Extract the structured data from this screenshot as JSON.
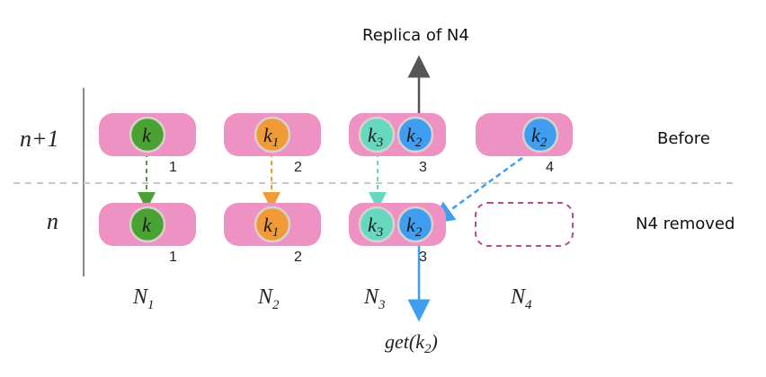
{
  "rows": [
    {
      "label": "n+1",
      "state": "Before"
    },
    {
      "label": "n",
      "state": "N4 removed"
    }
  ],
  "nodes": [
    {
      "name": "N",
      "sub": "1"
    },
    {
      "name": "N",
      "sub": "2"
    },
    {
      "name": "N",
      "sub": "3"
    },
    {
      "name": "N",
      "sub": "4"
    }
  ],
  "before": [
    {
      "id": "1",
      "keys": [
        {
          "k": "k",
          "sub": "",
          "color": "#4aa234"
        }
      ]
    },
    {
      "id": "2",
      "keys": [
        {
          "k": "k",
          "sub": "1",
          "color": "#f19a38"
        }
      ]
    },
    {
      "id": "3",
      "keys": [
        {
          "k": "k",
          "sub": "3",
          "color": "#66d8c0"
        },
        {
          "k": "k",
          "sub": "2",
          "color": "#3f9ef0"
        }
      ]
    },
    {
      "id": "4",
      "keys": [
        {
          "k": "k",
          "sub": "2",
          "color": "#3f9ef0"
        }
      ]
    }
  ],
  "after": [
    {
      "id": "1",
      "keys": [
        {
          "k": "k",
          "sub": "",
          "color": "#4aa234"
        }
      ]
    },
    {
      "id": "2",
      "keys": [
        {
          "k": "k",
          "sub": "1",
          "color": "#f19a38"
        }
      ]
    },
    {
      "id": "3",
      "keys": [
        {
          "k": "k",
          "sub": "3",
          "color": "#66d8c0"
        },
        {
          "k": "k",
          "sub": "2",
          "color": "#3f9ef0"
        }
      ]
    }
  ],
  "annotations": {
    "replica": "Replica of N4",
    "get": "get(k",
    "get_sub": "2",
    "get_close": ")"
  },
  "colors": {
    "node_fill": "#ee92c4",
    "removed_outline": "#b44d8c",
    "grey_arrow": "#555555",
    "get_arrow": "#3f9ef0"
  }
}
